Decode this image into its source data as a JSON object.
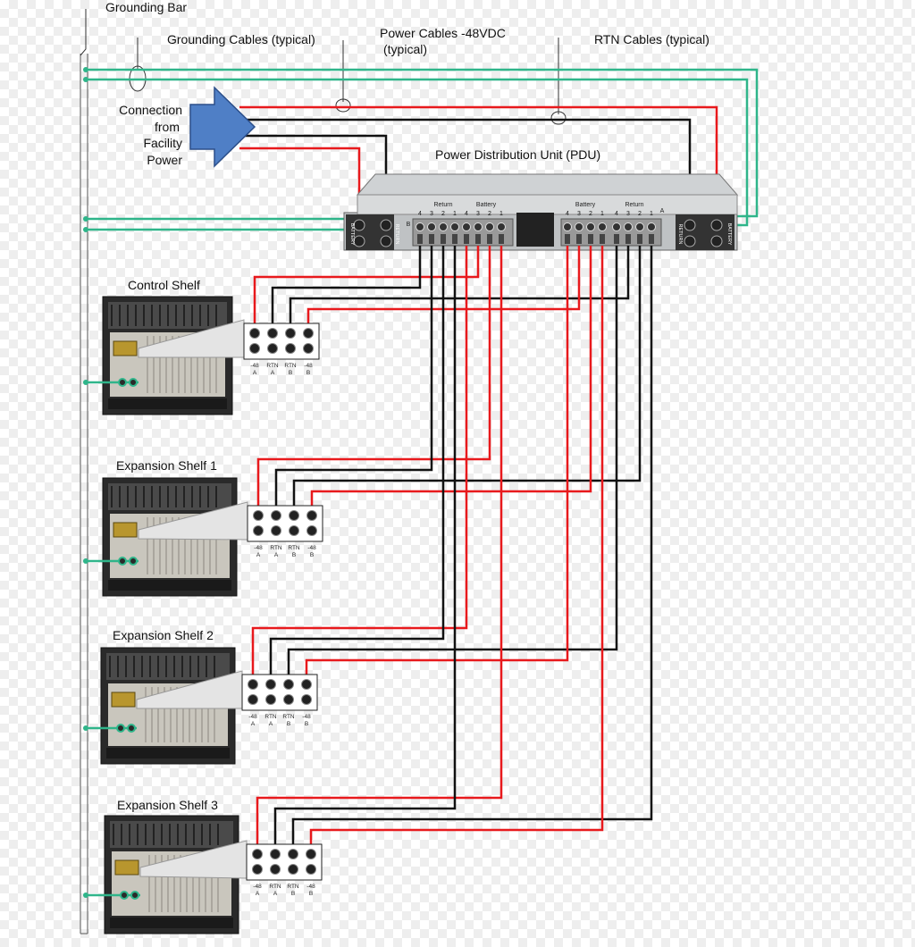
{
  "labels": {
    "grounding_bar": "Grounding Bar",
    "grounding_cables": "Grounding Cables (typical)",
    "power_cables_line1": "Power Cables -48VDC",
    "power_cables_line2": "(typical)",
    "rtn_cables": "RTN Cables (typical)",
    "connection_line1": "Connection",
    "connection_line2": "from",
    "connection_line3": "Facility",
    "connection_line4": "Power",
    "pdu_title": "Power Distribution Unit (PDU)"
  },
  "pdu": {
    "side_b": "B",
    "side_a": "A",
    "return_label": "Return",
    "battery_label": "Battery",
    "terminal_numbers": [
      "4",
      "3",
      "2",
      "1"
    ],
    "lug_return": "RETURN",
    "lug_battery": "BATTERY"
  },
  "shelves": [
    {
      "title": "Control Shelf"
    },
    {
      "title": "Expansion Shelf 1"
    },
    {
      "title": "Expansion Shelf  2"
    },
    {
      "title": "Expansion Shelf  3"
    }
  ],
  "terminal_labels": {
    "t1_top": "-48",
    "t1_bottom": "A",
    "t2_top": "RTN",
    "t2_bottom": "A",
    "t3_top": "RTN",
    "t3_bottom": "B",
    "t4_top": "-48",
    "t4_bottom": "B"
  },
  "colors": {
    "power_red": "#e8191c",
    "return_black": "#111111",
    "ground_green": "#2fb58a",
    "arrow_blue": "#4f7fc6"
  }
}
